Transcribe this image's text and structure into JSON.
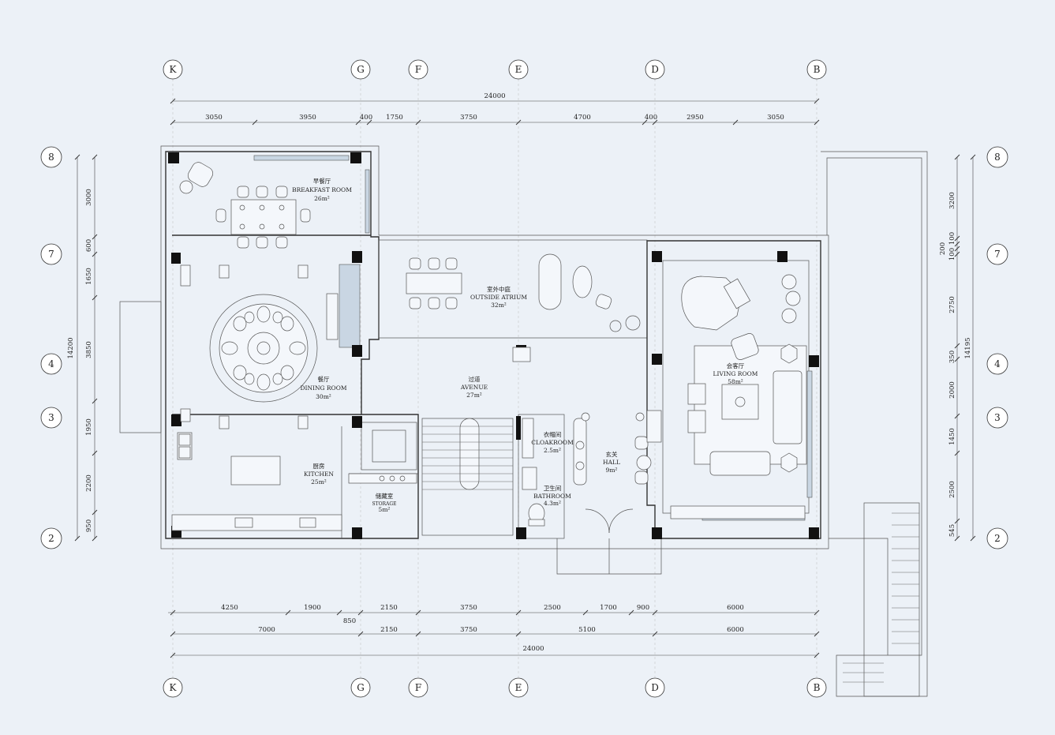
{
  "grid_axes": {
    "columns": [
      "K",
      "G",
      "F",
      "E",
      "D",
      "B"
    ],
    "rows": [
      "8",
      "7",
      "4",
      "3",
      "2"
    ]
  },
  "dimensions": {
    "top_total": "24000",
    "top_segments": [
      "3050",
      "3950",
      "400",
      "1750",
      "3750",
      "4700",
      "400",
      "2950",
      "3050"
    ],
    "bottom_row1": [
      "4250",
      "1900",
      "2150",
      "3750",
      "2500",
      "1700",
      "900",
      "6000"
    ],
    "bottom_850": "850",
    "bottom_row2": [
      "7000",
      "2150",
      "3750",
      "5100",
      "6000"
    ],
    "bottom_total": "24000",
    "left_segments": [
      "3000",
      "600",
      "1650",
      "3850",
      "1950",
      "2200",
      "950"
    ],
    "left_total": "14200",
    "right_segments": [
      "3200",
      "200",
      "100",
      "100",
      "2750",
      "350",
      "2000",
      "1450",
      "2500",
      "545"
    ],
    "right_total": "14195"
  },
  "rooms": {
    "breakfast": {
      "cn": "早餐厅",
      "en": "BREAKFAST ROOM",
      "area": "26m²"
    },
    "atrium": {
      "cn": "室外中庭",
      "en": "OUTSIDE ATRIUM",
      "area": "32m²"
    },
    "dining": {
      "cn": "餐厅",
      "en": "DINING ROOM",
      "area": "30m²"
    },
    "avenue": {
      "cn": "过道",
      "en": "AVENUE",
      "area": "27m²"
    },
    "living": {
      "cn": "会客厅",
      "en": "LIVING ROOM",
      "area": "58m²"
    },
    "cloakroom": {
      "cn": "衣帽间",
      "en": "CLOAKROOM",
      "area": "2.5m²"
    },
    "hall": {
      "cn": "玄关",
      "en": "HALL",
      "area": "9m²"
    },
    "bathroom": {
      "cn": "卫生间",
      "en": "BATHROOM",
      "area": "4.3m²"
    },
    "kitchen": {
      "cn": "厨房",
      "en": "KITCHEN",
      "area": "25m²"
    },
    "storage": {
      "cn": "储藏室",
      "en": "STORAGE",
      "area": "5m²"
    }
  }
}
